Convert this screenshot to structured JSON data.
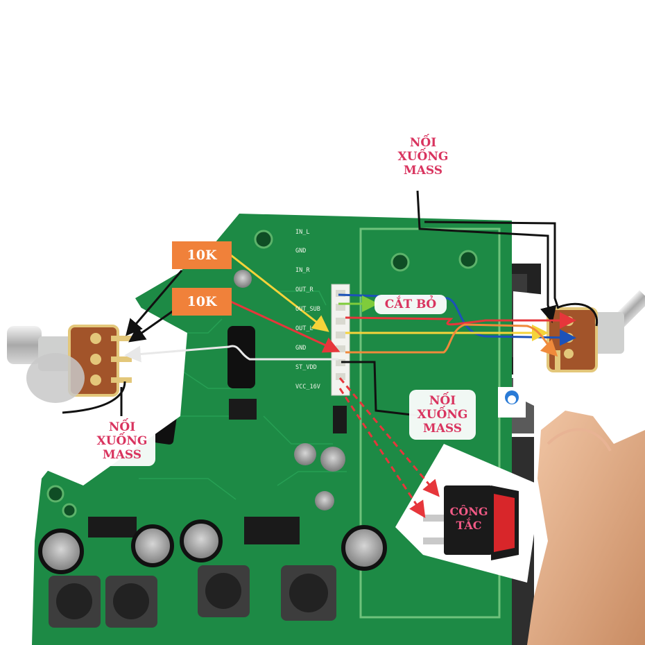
{
  "labels": {
    "resistor_top": "10K",
    "resistor_bottom": "10K",
    "ground_top": "NỐI\nXUỐNG\nMASS",
    "ground_left": "NỐI\nXUỐNG\nMASS",
    "ground_mid": "NỐI\nXUỐNG\nMASS",
    "cut_off": "CẮT BỎ",
    "switch": "CÔNG\nTẮC"
  },
  "pcb_pins": [
    "IN_L",
    "GND",
    "IN_R",
    "OUT_R",
    "OUT_SUB",
    "OUT_L",
    "GND",
    "ST_VDD",
    "VCC_16V"
  ],
  "colors": {
    "pcb": "#1d8a45",
    "resistor_tag": "#f0813a",
    "label_text": "#d9345f",
    "wire_yellow": "#f5d33a",
    "wire_red": "#e6363b",
    "wire_blue": "#1c52b8",
    "wire_green": "#7fcc3b",
    "wire_orange": "#f08a3b",
    "wire_white": "#e8e8e8",
    "wire_black": "#111111",
    "switch_body": "#d8262a"
  },
  "icons": {
    "potentiometer": "potentiometer-icon",
    "switch": "rocker-switch-icon"
  }
}
